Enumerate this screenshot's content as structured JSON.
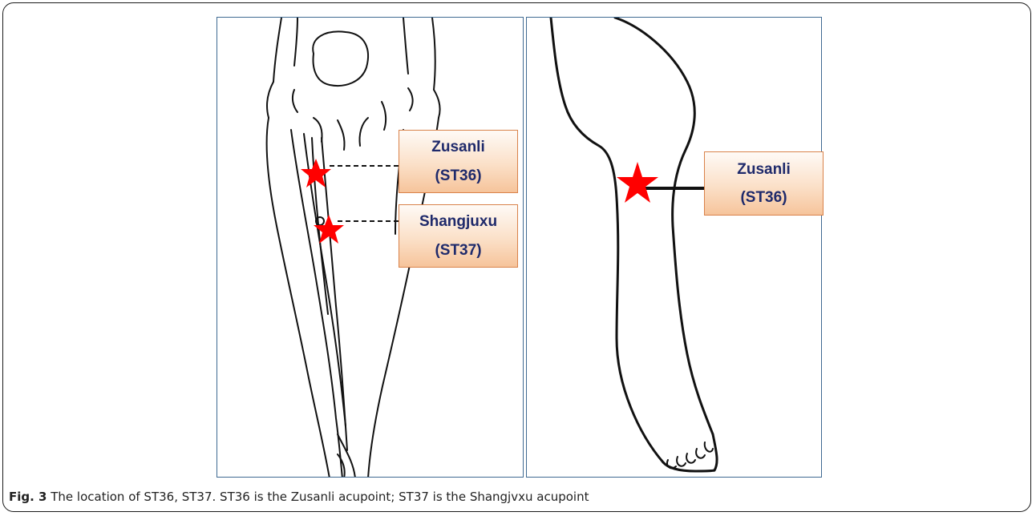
{
  "left_panel": {
    "points": [
      {
        "name": "Zusanli",
        "code": "(ST36)"
      },
      {
        "name": "Shangjuxu",
        "code": "(ST37)"
      }
    ]
  },
  "right_panel": {
    "points": [
      {
        "name": "Zusanli",
        "code": "(ST36)"
      }
    ]
  },
  "caption": {
    "figure_label": "Fig. 3",
    "text": " The location of ST36, ST37. ST36 is the Zusanli acupoint; ST37 is the Shangjvxu acupoint"
  },
  "colors": {
    "star": "#ff0000",
    "label_text": "#1f2a6b",
    "label_border": "#d9824a",
    "panel_border": "#3f6a92"
  }
}
